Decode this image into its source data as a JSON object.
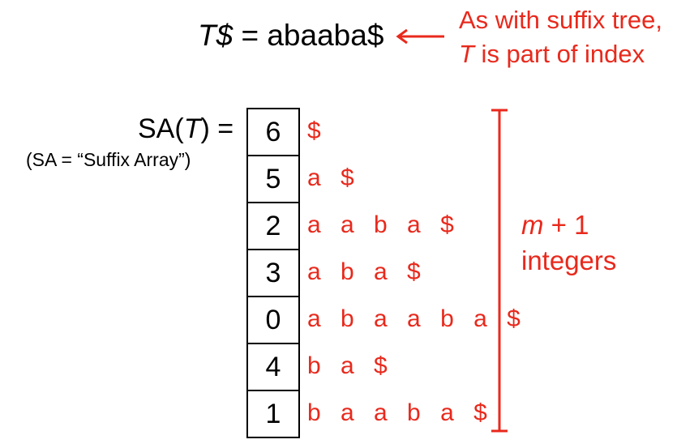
{
  "header": {
    "lhs_var": "T$",
    "equals": " = ",
    "text": "abaaba$"
  },
  "note": {
    "line1": "As with suffix tree,",
    "line2_var": "T",
    "line2_rest": " is part of index"
  },
  "label": {
    "sa_prefix": "SA(",
    "sa_var": "T",
    "sa_suffix": ") =",
    "paren": "(SA = “Suffix Array”)"
  },
  "sa_entries": [
    {
      "index": "6",
      "suffix": "$"
    },
    {
      "index": "5",
      "suffix": "a $"
    },
    {
      "index": "2",
      "suffix": "a a b a $"
    },
    {
      "index": "3",
      "suffix": "a b a $"
    },
    {
      "index": "0",
      "suffix": "a b a a b a $"
    },
    {
      "index": "4",
      "suffix": "b a $"
    },
    {
      "index": "1",
      "suffix": "b a a b a $"
    }
  ],
  "bracket_label": {
    "var": "m",
    "rest": " + 1",
    "line2": "integers"
  },
  "colors": {
    "accent": "#e8291c",
    "text": "#000000"
  },
  "icons": {
    "arrow": "left-arrow-icon",
    "bracket": "right-bracket"
  }
}
